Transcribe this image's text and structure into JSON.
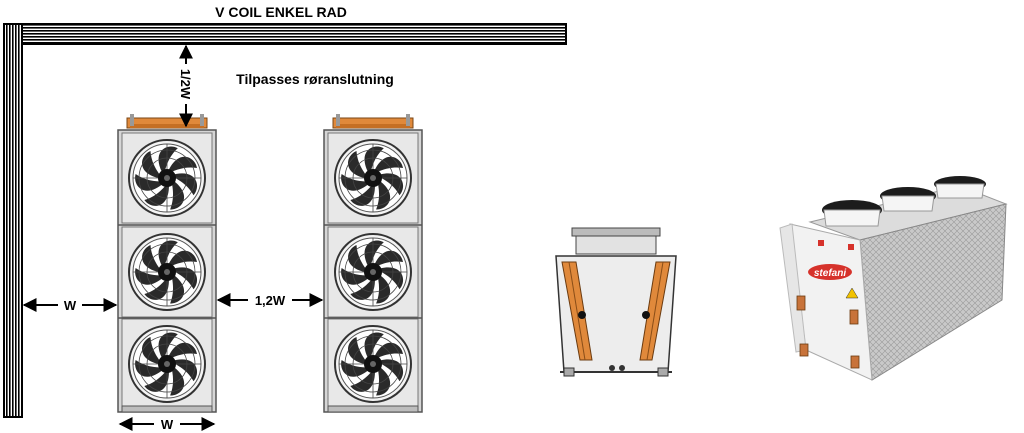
{
  "diagram": {
    "title": "V COIL ENKEL RAD",
    "note": "Tilpasses røranslutning",
    "dim_top": "1/2W",
    "dim_wall": "W",
    "dim_between": "1,2W",
    "dim_bottom": "W",
    "brand": "stefani",
    "fans_per_unit": 3
  },
  "colors": {
    "wall_hatch": "#000000",
    "unit_frame": "#d6d6d6",
    "copper": "#e0893b",
    "fan_dark": "#1a1a1a"
  }
}
